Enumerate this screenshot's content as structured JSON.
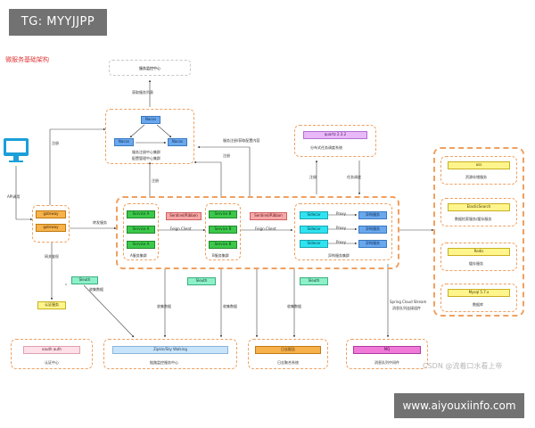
{
  "watermarks": {
    "top_left": "TG: MYYJJPP",
    "bottom_right": "www.aiyouxiinfo.com",
    "csdn": "CSDN @流着口水看上帝"
  },
  "diagram": {
    "title": "微服务基础架构",
    "service_monitor": "服务监控中心",
    "get_service_list": "获取服务列表",
    "nacos": "Nacos",
    "nacos_caption_1": "服务注册中心集群",
    "nacos_caption_2": "配置管理中心集群",
    "register": "注册",
    "register_config": "服务注册/获取配置内容",
    "quartz": "quartz 2.3.2",
    "quartz_caption": "分布式任务调度系统",
    "task_schedule": "任务调度",
    "client_icon_label": "API调用",
    "gateway": "gateway",
    "forward_service": "转发服务",
    "gateway_auth": "网关鉴权",
    "service_a": "Service A",
    "service_b": "Service B",
    "sentinel_ribbon": "Sentinel/Ribbon",
    "feign_client": "Feign Client",
    "a_cluster": "A服务集群",
    "b_cluster": "B服务集群",
    "sidecar": "Sidecar",
    "proxy": "Proxy",
    "hetero_service": "异构服务",
    "hetero_cluster": "异构服务集群",
    "sleuth": "Sleuth",
    "collect_data": "收集数据",
    "auth_service": "认证服务",
    "oauth": "oauth auth",
    "auth_center": "认证中心",
    "zipkin": "Zipkin/Sky Walking",
    "trace_center": "链路监控服务中心",
    "log_report": "日志报告",
    "log_system": "日志聚合系统",
    "mq": "MQ",
    "mq_caption": "消息队列中间件",
    "spring_cloud_stream": "Spring Cloud Stream",
    "stream_caption": "消息队列连接组件",
    "storage": [
      {
        "name": "oss",
        "caption": "资源存储服务"
      },
      {
        "name": "ElasticSearch",
        "caption": "数据检索服务/缓存服务"
      },
      {
        "name": "Redis",
        "caption": "缓存服务"
      },
      {
        "name": "Mysql 5.7.x",
        "caption": "数据库"
      }
    ]
  },
  "colors": {
    "accent_dash": "#f0a060",
    "title_red": "#e23a3a",
    "green": "#3cc84a",
    "blue": "#6aa8ee",
    "cyan": "#2fe3f0",
    "pink": "#f7a8a8",
    "orange": "#f7b24c",
    "yellow": "#fff58c",
    "magenta": "#f07ad8",
    "violet": "#e8b8f8",
    "lightblue": "#c8e4fb",
    "mint": "#8ef0c8",
    "monitor": "#1a9fd8"
  }
}
